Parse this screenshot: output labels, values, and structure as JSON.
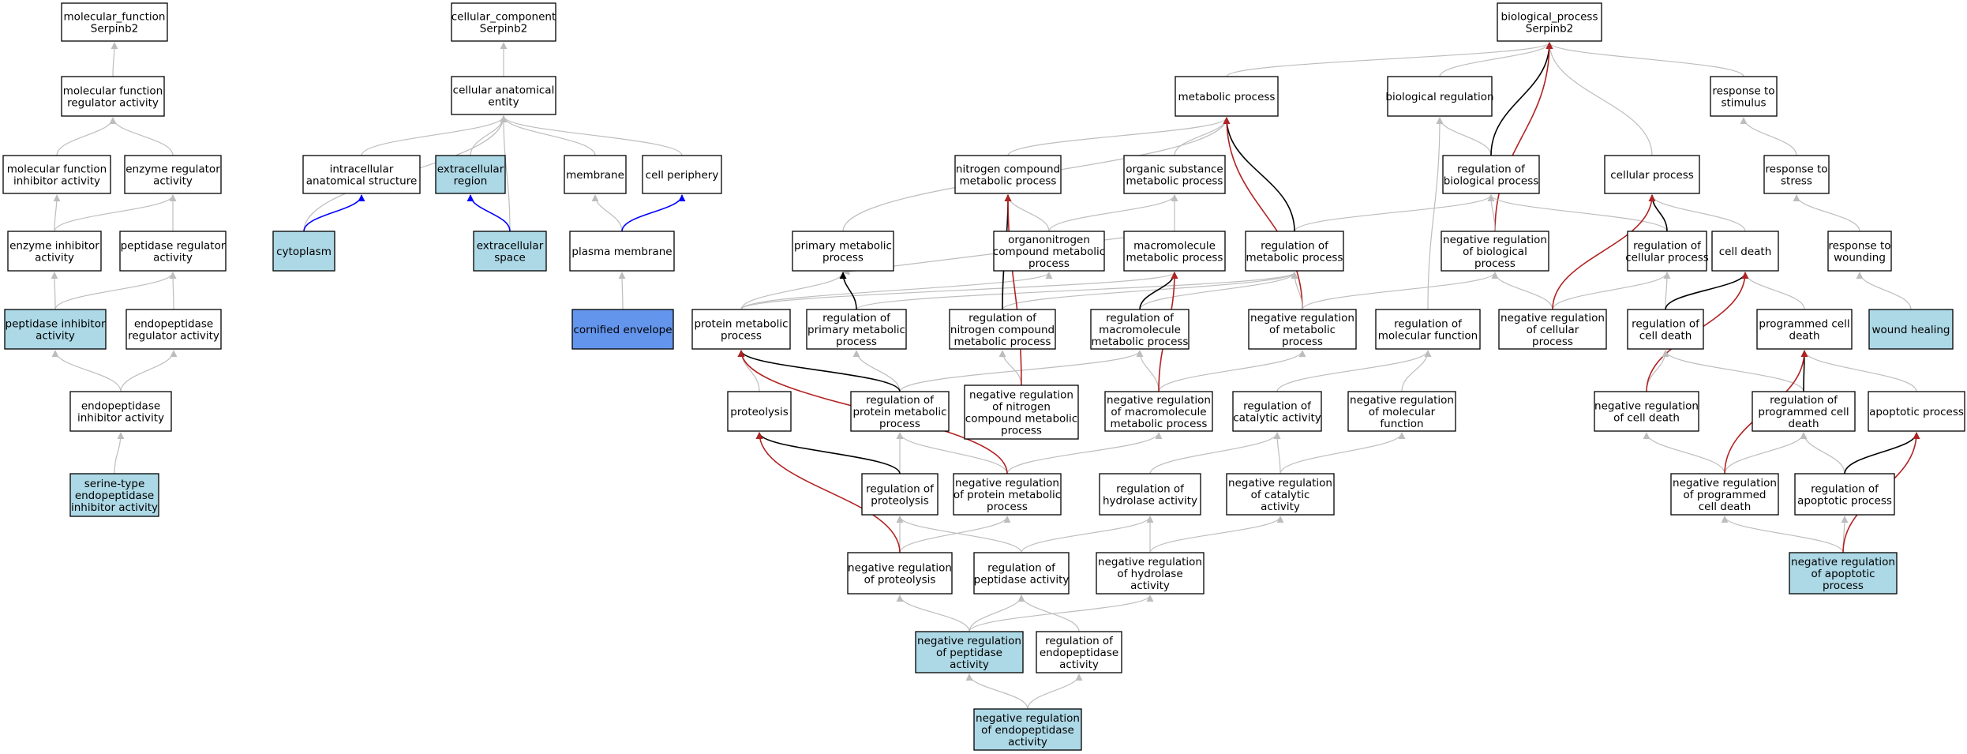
{
  "colors": {
    "node_default": "#ffffff",
    "node_annotated": "#add8e6",
    "node_focus": "#6495ed",
    "edge_is_a": "#bdbdbd",
    "edge_part_of": "#0000ff",
    "edge_regulates": "#000000",
    "edge_negatively_regulates": "#b22222"
  },
  "nodes": [
    {
      "id": "mf_root",
      "lines": [
        "molecular_function",
        "Serpinb2"
      ],
      "style": "default"
    },
    {
      "id": "mf_reg",
      "lines": [
        "molecular function",
        "regulator activity"
      ],
      "style": "default"
    },
    {
      "id": "mf_inh",
      "lines": [
        "molecular function",
        "inhibitor activity"
      ],
      "style": "default"
    },
    {
      "id": "enz_reg",
      "lines": [
        "enzyme regulator",
        "activity"
      ],
      "style": "default"
    },
    {
      "id": "enz_inh",
      "lines": [
        "enzyme inhibitor",
        "activity"
      ],
      "style": "default"
    },
    {
      "id": "pep_reg",
      "lines": [
        "peptidase regulator",
        "activity"
      ],
      "style": "default"
    },
    {
      "id": "pep_inh",
      "lines": [
        "peptidase inhibitor",
        "activity"
      ],
      "style": "annotated"
    },
    {
      "id": "endo_reg",
      "lines": [
        "endopeptidase",
        "regulator activity"
      ],
      "style": "default"
    },
    {
      "id": "endo_inh",
      "lines": [
        "endopeptidase",
        "inhibitor activity"
      ],
      "style": "default"
    },
    {
      "id": "serine",
      "lines": [
        "serine-type",
        "endopeptidase",
        "inhibitor activity"
      ],
      "style": "annotated"
    },
    {
      "id": "cc_root",
      "lines": [
        "cellular_component",
        "Serpinb2"
      ],
      "style": "default"
    },
    {
      "id": "cae",
      "lines": [
        "cellular anatomical",
        "entity"
      ],
      "style": "default"
    },
    {
      "id": "ias",
      "lines": [
        "intracellular",
        "anatomical structure"
      ],
      "style": "default"
    },
    {
      "id": "ecr",
      "lines": [
        "extracellular",
        "region"
      ],
      "style": "annotated"
    },
    {
      "id": "membrane",
      "lines": [
        "membrane"
      ],
      "style": "default"
    },
    {
      "id": "cell_per",
      "lines": [
        "cell periphery"
      ],
      "style": "default"
    },
    {
      "id": "cytoplasm",
      "lines": [
        "cytoplasm"
      ],
      "style": "annotated"
    },
    {
      "id": "ecs",
      "lines": [
        "extracellular",
        "space"
      ],
      "style": "annotated"
    },
    {
      "id": "pm",
      "lines": [
        "plasma membrane"
      ],
      "style": "default"
    },
    {
      "id": "cornified",
      "lines": [
        "cornified envelope"
      ],
      "style": "focus"
    },
    {
      "id": "bp_root",
      "lines": [
        "biological_process",
        "Serpinb2"
      ],
      "style": "default"
    },
    {
      "id": "metab",
      "lines": [
        "metabolic process"
      ],
      "style": "default"
    },
    {
      "id": "bioreg",
      "lines": [
        "biological regulation"
      ],
      "style": "default"
    },
    {
      "id": "resp_stim",
      "lines": [
        "response to",
        "stimulus"
      ],
      "style": "default"
    },
    {
      "id": "ncmp",
      "lines": [
        "nitrogen compound",
        "metabolic process"
      ],
      "style": "default"
    },
    {
      "id": "osmp",
      "lines": [
        "organic substance",
        "metabolic process"
      ],
      "style": "default"
    },
    {
      "id": "reg_bp",
      "lines": [
        "regulation of",
        "biological process"
      ],
      "style": "default"
    },
    {
      "id": "cell_proc",
      "lines": [
        "cellular process"
      ],
      "style": "default"
    },
    {
      "id": "resp_stress",
      "lines": [
        "response to",
        "stress"
      ],
      "style": "default"
    },
    {
      "id": "pmp",
      "lines": [
        "primary metabolic",
        "process"
      ],
      "style": "default"
    },
    {
      "id": "onc",
      "lines": [
        "organonitrogen",
        "compound metabolic",
        "process"
      ],
      "style": "default"
    },
    {
      "id": "macro",
      "lines": [
        "macromolecule",
        "metabolic process"
      ],
      "style": "default"
    },
    {
      "id": "reg_mp",
      "lines": [
        "regulation of",
        "metabolic process"
      ],
      "style": "default"
    },
    {
      "id": "neg_reg_bp",
      "lines": [
        "negative regulation",
        "of biological",
        "process"
      ],
      "style": "default"
    },
    {
      "id": "reg_cp",
      "lines": [
        "regulation of",
        "cellular process"
      ],
      "style": "default"
    },
    {
      "id": "cell_death",
      "lines": [
        "cell death"
      ],
      "style": "default"
    },
    {
      "id": "resp_wound",
      "lines": [
        "response to",
        "wounding"
      ],
      "style": "default"
    },
    {
      "id": "prot_mp",
      "lines": [
        "protein metabolic",
        "process"
      ],
      "style": "default"
    },
    {
      "id": "reg_pmp",
      "lines": [
        "regulation of",
        "primary metabolic",
        "process"
      ],
      "style": "default"
    },
    {
      "id": "reg_ncmp",
      "lines": [
        "regulation of",
        "nitrogen compound",
        "metabolic process"
      ],
      "style": "default"
    },
    {
      "id": "reg_macro",
      "lines": [
        "regulation of",
        "macromolecule",
        "metabolic process"
      ],
      "style": "default"
    },
    {
      "id": "neg_reg_mp",
      "lines": [
        "negative regulation",
        "of metabolic",
        "process"
      ],
      "style": "default"
    },
    {
      "id": "reg_molf",
      "lines": [
        "regulation of",
        "molecular function"
      ],
      "style": "default"
    },
    {
      "id": "neg_reg_cp",
      "lines": [
        "negative regulation",
        "of cellular",
        "process"
      ],
      "style": "default"
    },
    {
      "id": "reg_cd",
      "lines": [
        "regulation of",
        "cell death"
      ],
      "style": "default"
    },
    {
      "id": "pcd",
      "lines": [
        "programmed cell",
        "death"
      ],
      "style": "default"
    },
    {
      "id": "wound_heal",
      "lines": [
        "wound healing"
      ],
      "style": "annotated"
    },
    {
      "id": "proteolysis",
      "lines": [
        "proteolysis"
      ],
      "style": "default"
    },
    {
      "id": "reg_protmp",
      "lines": [
        "regulation of",
        "protein metabolic",
        "process"
      ],
      "style": "default"
    },
    {
      "id": "neg_reg_ncmp",
      "lines": [
        "negative regulation",
        "of nitrogen",
        "compound metabolic",
        "process"
      ],
      "style": "default"
    },
    {
      "id": "neg_reg_macro",
      "lines": [
        "negative regulation",
        "of macromolecule",
        "metabolic process"
      ],
      "style": "default"
    },
    {
      "id": "reg_cat",
      "lines": [
        "regulation of",
        "catalytic activity"
      ],
      "style": "default"
    },
    {
      "id": "neg_reg_molf",
      "lines": [
        "negative regulation",
        "of molecular",
        "function"
      ],
      "style": "default"
    },
    {
      "id": "neg_reg_cd",
      "lines": [
        "negative regulation",
        "of cell death"
      ],
      "style": "default"
    },
    {
      "id": "reg_pcd",
      "lines": [
        "regulation of",
        "programmed cell",
        "death"
      ],
      "style": "default"
    },
    {
      "id": "apoptotic",
      "lines": [
        "apoptotic process"
      ],
      "style": "default"
    },
    {
      "id": "reg_proteolysis",
      "lines": [
        "regulation of",
        "proteolysis"
      ],
      "style": "default"
    },
    {
      "id": "neg_reg_protmp",
      "lines": [
        "negative regulation",
        "of protein metabolic",
        "process"
      ],
      "style": "default"
    },
    {
      "id": "reg_hydro",
      "lines": [
        "regulation of",
        "hydrolase activity"
      ],
      "style": "default"
    },
    {
      "id": "neg_reg_cat",
      "lines": [
        "negative regulation",
        "of catalytic",
        "activity"
      ],
      "style": "default"
    },
    {
      "id": "neg_reg_pcd",
      "lines": [
        "negative regulation",
        "of programmed",
        "cell death"
      ],
      "style": "default"
    },
    {
      "id": "reg_apop",
      "lines": [
        "regulation of",
        "apoptotic process"
      ],
      "style": "default"
    },
    {
      "id": "neg_reg_proteolysis",
      "lines": [
        "negative regulation",
        "of proteolysis"
      ],
      "style": "default"
    },
    {
      "id": "reg_pep",
      "lines": [
        "regulation of",
        "peptidase activity"
      ],
      "style": "default"
    },
    {
      "id": "neg_reg_hydro",
      "lines": [
        "negative regulation",
        "of hydrolase",
        "activity"
      ],
      "style": "default"
    },
    {
      "id": "neg_reg_apop",
      "lines": [
        "negative regulation",
        "of apoptotic",
        "process"
      ],
      "style": "annotated"
    },
    {
      "id": "neg_reg_pep",
      "lines": [
        "negative regulation",
        "of peptidase",
        "activity"
      ],
      "style": "annotated"
    },
    {
      "id": "reg_endo",
      "lines": [
        "regulation of",
        "endopeptidase",
        "activity"
      ],
      "style": "default"
    },
    {
      "id": "neg_reg_endo",
      "lines": [
        "negative regulation",
        "of endopeptidase",
        "activity"
      ],
      "style": "annotated"
    }
  ],
  "edges": [
    {
      "from": "mf_reg",
      "to": "mf_root",
      "type": "is_a"
    },
    {
      "from": "mf_inh",
      "to": "mf_reg",
      "type": "is_a"
    },
    {
      "from": "enz_reg",
      "to": "mf_reg",
      "type": "is_a"
    },
    {
      "from": "enz_inh",
      "to": "mf_inh",
      "type": "is_a"
    },
    {
      "from": "enz_inh",
      "to": "enz_reg",
      "type": "is_a"
    },
    {
      "from": "pep_reg",
      "to": "enz_reg",
      "type": "is_a"
    },
    {
      "from": "pep_inh",
      "to": "enz_inh",
      "type": "is_a"
    },
    {
      "from": "pep_inh",
      "to": "pep_reg",
      "type": "is_a"
    },
    {
      "from": "endo_reg",
      "to": "pep_reg",
      "type": "is_a"
    },
    {
      "from": "endo_inh",
      "to": "pep_inh",
      "type": "is_a"
    },
    {
      "from": "endo_inh",
      "to": "endo_reg",
      "type": "is_a"
    },
    {
      "from": "serine",
      "to": "endo_inh",
      "type": "is_a"
    },
    {
      "from": "cae",
      "to": "cc_root",
      "type": "is_a"
    },
    {
      "from": "ias",
      "to": "cae",
      "type": "is_a"
    },
    {
      "from": "ecr",
      "to": "cae",
      "type": "is_a"
    },
    {
      "from": "membrane",
      "to": "cae",
      "type": "is_a"
    },
    {
      "from": "cell_per",
      "to": "cae",
      "type": "is_a"
    },
    {
      "from": "cytoplasm",
      "to": "cae",
      "type": "is_a"
    },
    {
      "from": "cytoplasm",
      "to": "ias",
      "type": "part_of"
    },
    {
      "from": "ecs",
      "to": "cae",
      "type": "is_a"
    },
    {
      "from": "ecs",
      "to": "ecr",
      "type": "part_of"
    },
    {
      "from": "pm",
      "to": "membrane",
      "type": "is_a"
    },
    {
      "from": "pm",
      "to": "cell_per",
      "type": "part_of"
    },
    {
      "from": "cornified",
      "to": "pm",
      "type": "is_a"
    },
    {
      "from": "metab",
      "to": "bp_root",
      "type": "is_a"
    },
    {
      "from": "bioreg",
      "to": "bp_root",
      "type": "is_a"
    },
    {
      "from": "resp_stim",
      "to": "bp_root",
      "type": "is_a"
    },
    {
      "from": "cell_proc",
      "to": "bp_root",
      "type": "is_a"
    },
    {
      "from": "ncmp",
      "to": "metab",
      "type": "is_a"
    },
    {
      "from": "osmp",
      "to": "metab",
      "type": "is_a"
    },
    {
      "from": "pmp",
      "to": "metab",
      "type": "is_a"
    },
    {
      "from": "reg_bp",
      "to": "bioreg",
      "type": "is_a"
    },
    {
      "from": "reg_bp",
      "to": "bp_root",
      "type": "regulates"
    },
    {
      "from": "neg_reg_bp",
      "to": "bp_root",
      "type": "negatively_regulates"
    },
    {
      "from": "resp_stress",
      "to": "resp_stim",
      "type": "is_a"
    },
    {
      "from": "resp_wound",
      "to": "resp_stress",
      "type": "is_a"
    },
    {
      "from": "wound_heal",
      "to": "resp_wound",
      "type": "is_a"
    },
    {
      "from": "onc",
      "to": "ncmp",
      "type": "is_a"
    },
    {
      "from": "onc",
      "to": "osmp",
      "type": "is_a"
    },
    {
      "from": "macro",
      "to": "osmp",
      "type": "is_a"
    },
    {
      "from": "macro",
      "to": "pmp",
      "type": "is_a"
    },
    {
      "from": "reg_mp",
      "to": "reg_bp",
      "type": "is_a"
    },
    {
      "from": "reg_mp",
      "to": "metab",
      "type": "regulates"
    },
    {
      "from": "neg_reg_mp",
      "to": "metab",
      "type": "negatively_regulates"
    },
    {
      "from": "neg_reg_bp",
      "to": "reg_bp",
      "type": "is_a"
    },
    {
      "from": "reg_cp",
      "to": "reg_bp",
      "type": "is_a"
    },
    {
      "from": "reg_cp",
      "to": "cell_proc",
      "type": "regulates"
    },
    {
      "from": "cell_death",
      "to": "cell_proc",
      "type": "is_a"
    },
    {
      "from": "prot_mp",
      "to": "pmp",
      "type": "is_a"
    },
    {
      "from": "prot_mp",
      "to": "macro",
      "type": "is_a"
    },
    {
      "from": "prot_mp",
      "to": "onc",
      "type": "is_a"
    },
    {
      "from": "reg_pmp",
      "to": "reg_mp",
      "type": "is_a"
    },
    {
      "from": "reg_pmp",
      "to": "pmp",
      "type": "regulates"
    },
    {
      "from": "reg_ncmp",
      "to": "reg_mp",
      "type": "is_a"
    },
    {
      "from": "reg_ncmp",
      "to": "ncmp",
      "type": "regulates"
    },
    {
      "from": "reg_macro",
      "to": "reg_mp",
      "type": "is_a"
    },
    {
      "from": "reg_macro",
      "to": "macro",
      "type": "regulates"
    },
    {
      "from": "neg_reg_mp",
      "to": "reg_mp",
      "type": "is_a"
    },
    {
      "from": "neg_reg_mp",
      "to": "neg_reg_bp",
      "type": "is_a"
    },
    {
      "from": "reg_molf",
      "to": "bioreg",
      "type": "is_a"
    },
    {
      "from": "neg_reg_cp",
      "to": "reg_cp",
      "type": "is_a"
    },
    {
      "from": "neg_reg_cp",
      "to": "neg_reg_bp",
      "type": "is_a"
    },
    {
      "from": "neg_reg_cp",
      "to": "cell_proc",
      "type": "negatively_regulates"
    },
    {
      "from": "reg_cd",
      "to": "reg_cp",
      "type": "is_a"
    },
    {
      "from": "reg_cd",
      "to": "cell_death",
      "type": "regulates"
    },
    {
      "from": "pcd",
      "to": "cell_death",
      "type": "is_a"
    },
    {
      "from": "proteolysis",
      "to": "prot_mp",
      "type": "is_a"
    },
    {
      "from": "reg_protmp",
      "to": "reg_pmp",
      "type": "is_a"
    },
    {
      "from": "reg_protmp",
      "to": "reg_macro",
      "type": "is_a"
    },
    {
      "from": "reg_protmp",
      "to": "prot_mp",
      "type": "regulates"
    },
    {
      "from": "neg_reg_ncmp",
      "to": "reg_ncmp",
      "type": "is_a"
    },
    {
      "from": "neg_reg_ncmp",
      "to": "ncmp",
      "type": "negatively_regulates"
    },
    {
      "from": "neg_reg_macro",
      "to": "reg_macro",
      "type": "is_a"
    },
    {
      "from": "neg_reg_macro",
      "to": "neg_reg_mp",
      "type": "is_a"
    },
    {
      "from": "neg_reg_macro",
      "to": "macro",
      "type": "negatively_regulates"
    },
    {
      "from": "reg_cat",
      "to": "reg_molf",
      "type": "is_a"
    },
    {
      "from": "neg_reg_molf",
      "to": "reg_molf",
      "type": "is_a"
    },
    {
      "from": "neg_reg_cd",
      "to": "reg_cd",
      "type": "is_a"
    },
    {
      "from": "neg_reg_cd",
      "to": "cell_death",
      "type": "negatively_regulates"
    },
    {
      "from": "reg_pcd",
      "to": "reg_cd",
      "type": "is_a"
    },
    {
      "from": "reg_pcd",
      "to": "pcd",
      "type": "regulates"
    },
    {
      "from": "apoptotic",
      "to": "pcd",
      "type": "is_a"
    },
    {
      "from": "reg_proteolysis",
      "to": "reg_protmp",
      "type": "is_a"
    },
    {
      "from": "reg_proteolysis",
      "to": "proteolysis",
      "type": "regulates"
    },
    {
      "from": "neg_reg_protmp",
      "to": "reg_protmp",
      "type": "is_a"
    },
    {
      "from": "neg_reg_protmp",
      "to": "neg_reg_macro",
      "type": "is_a"
    },
    {
      "from": "neg_reg_protmp",
      "to": "prot_mp",
      "type": "negatively_regulates"
    },
    {
      "from": "reg_hydro",
      "to": "reg_cat",
      "type": "is_a"
    },
    {
      "from": "neg_reg_cat",
      "to": "reg_cat",
      "type": "is_a"
    },
    {
      "from": "neg_reg_cat",
      "to": "neg_reg_molf",
      "type": "is_a"
    },
    {
      "from": "neg_reg_pcd",
      "to": "reg_pcd",
      "type": "is_a"
    },
    {
      "from": "neg_reg_pcd",
      "to": "neg_reg_cd",
      "type": "is_a"
    },
    {
      "from": "neg_reg_pcd",
      "to": "pcd",
      "type": "negatively_regulates"
    },
    {
      "from": "reg_apop",
      "to": "reg_pcd",
      "type": "is_a"
    },
    {
      "from": "reg_apop",
      "to": "apoptotic",
      "type": "regulates"
    },
    {
      "from": "neg_reg_proteolysis",
      "to": "reg_proteolysis",
      "type": "is_a"
    },
    {
      "from": "neg_reg_proteolysis",
      "to": "neg_reg_protmp",
      "type": "is_a"
    },
    {
      "from": "neg_reg_proteolysis",
      "to": "proteolysis",
      "type": "negatively_regulates"
    },
    {
      "from": "reg_pep",
      "to": "reg_proteolysis",
      "type": "is_a"
    },
    {
      "from": "reg_pep",
      "to": "reg_hydro",
      "type": "is_a"
    },
    {
      "from": "neg_reg_hydro",
      "to": "reg_hydro",
      "type": "is_a"
    },
    {
      "from": "neg_reg_hydro",
      "to": "neg_reg_cat",
      "type": "is_a"
    },
    {
      "from": "neg_reg_apop",
      "to": "reg_apop",
      "type": "is_a"
    },
    {
      "from": "neg_reg_apop",
      "to": "neg_reg_pcd",
      "type": "is_a"
    },
    {
      "from": "neg_reg_apop",
      "to": "apoptotic",
      "type": "negatively_regulates"
    },
    {
      "from": "neg_reg_pep",
      "to": "neg_reg_proteolysis",
      "type": "is_a"
    },
    {
      "from": "neg_reg_pep",
      "to": "reg_pep",
      "type": "is_a"
    },
    {
      "from": "neg_reg_pep",
      "to": "neg_reg_hydro",
      "type": "is_a"
    },
    {
      "from": "reg_endo",
      "to": "reg_pep",
      "type": "is_a"
    },
    {
      "from": "neg_reg_endo",
      "to": "neg_reg_pep",
      "type": "is_a"
    },
    {
      "from": "neg_reg_endo",
      "to": "reg_endo",
      "type": "is_a"
    }
  ]
}
